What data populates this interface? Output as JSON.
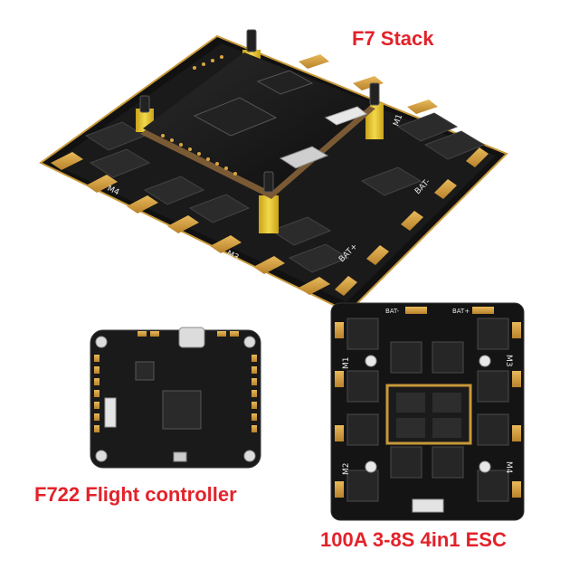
{
  "captions": {
    "stack": "F7 Stack",
    "flight_controller": "F722 Flight controller",
    "esc": "100A 3-8S 4in1 ESC"
  },
  "silkscreen": {
    "stack_esc_m1": "M1",
    "stack_esc_m3": "M3",
    "stack_esc_m4": "M4",
    "stack_esc_bat_plus": "BAT+",
    "stack_esc_bat_minus": "BAT-",
    "esc_m1": "M1",
    "esc_m2": "M2",
    "esc_m3": "M3",
    "esc_m4": "M4",
    "esc_bat_minus": "BAT-",
    "esc_bat_plus": "BAT+"
  },
  "colors": {
    "pcb": "#151515",
    "gold_pad": "#d6a03a",
    "standoff_yellow": "#e8c52a",
    "caption_red": "#e3222a"
  }
}
